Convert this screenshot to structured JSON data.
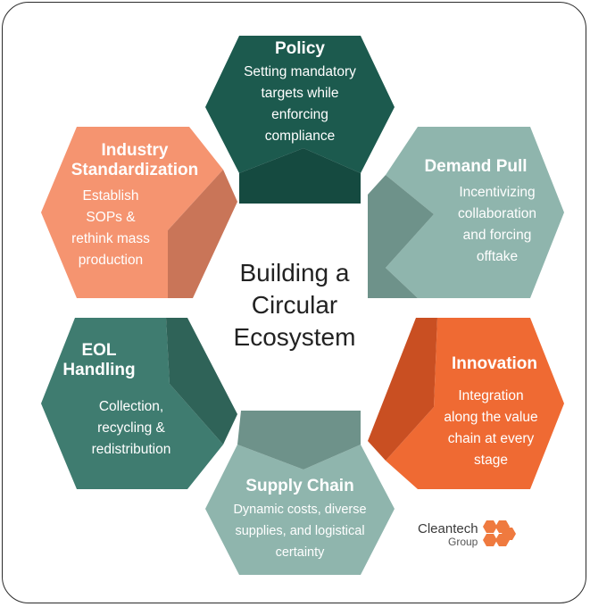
{
  "center": {
    "line1": "Building a",
    "line2": "Circular",
    "line3": "Ecosystem"
  },
  "nodes": {
    "policy": {
      "title": "Policy",
      "desc": [
        "Setting mandatory",
        "targets while",
        "enforcing",
        "compliance"
      ]
    },
    "demand_pull": {
      "title": "Demand Pull",
      "desc": [
        "Incentivizing",
        "collaboration",
        "and forcing",
        "offtake"
      ]
    },
    "innovation": {
      "title": "Innovation",
      "desc": [
        "Integration",
        "along the value",
        "chain at every",
        "stage"
      ]
    },
    "supply_chain": {
      "title": "Supply Chain",
      "desc": [
        "Dynamic costs, diverse",
        "supplies, and logistical",
        "certainty"
      ]
    },
    "eol_handling": {
      "title_line1": "EOL",
      "title_line2": "Handling",
      "desc": [
        "Collection,",
        "recycling &",
        "redistribution"
      ]
    },
    "industry_standardization": {
      "title_line1": "Industry",
      "title_line2": "Standardization",
      "desc": [
        "Establish",
        "SOPs &",
        "rethink mass",
        "production"
      ]
    }
  },
  "logo": {
    "name": "Cleantech",
    "sub": "Group"
  },
  "colors": {
    "policy": "#1c5a4e",
    "policy_tab": "#154a40",
    "demand_pull": "#8fb5ad",
    "demand_pull_tab": "#6e928a",
    "innovation": "#ef6a33",
    "innovation_tab": "#c94f22",
    "supply_chain": "#8fb5ad",
    "supply_chain_tab": "#6e928a",
    "eol_handling": "#3f7c70",
    "eol_handling_tab": "#2f6358",
    "industry_standardization": "#f59470",
    "industry_standardization_tab": "#c97558",
    "logo_orange": "#ef7a3f"
  }
}
